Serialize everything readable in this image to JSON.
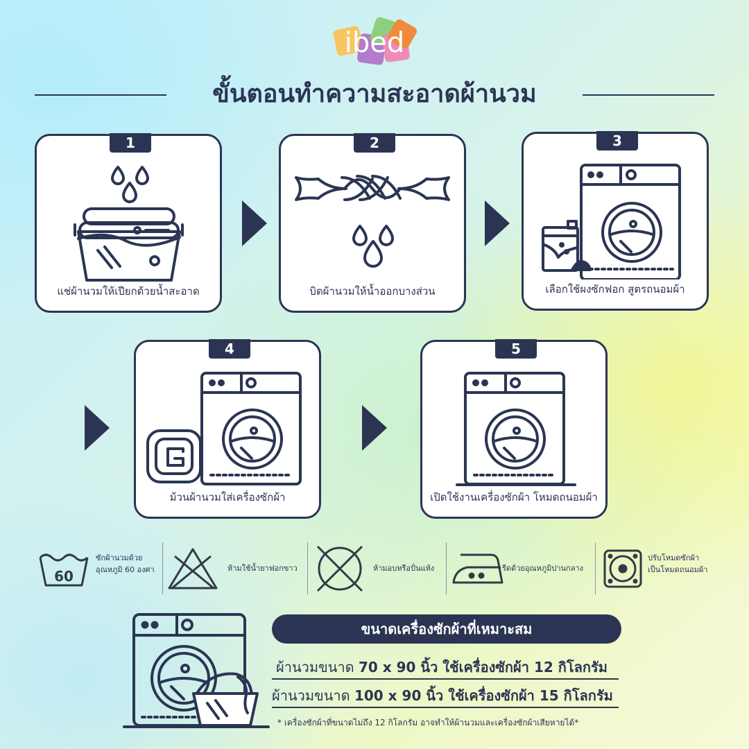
{
  "brand": {
    "logo_text": "ibed",
    "colors": {
      "yellow": "#f9c560",
      "orange": "#f08a3c",
      "green": "#8ccf7e",
      "purple": "#b17cc9",
      "pink": "#ef8bb8",
      "navy": "#2b3553"
    }
  },
  "title": "ขั้นตอนทำความสะอาดผ้านวม",
  "steps": [
    {
      "number": "1",
      "caption": "แช่ผ้านวมให้เปียกด้วยน้ำสะอาด",
      "icon": "soak-basin-icon"
    },
    {
      "number": "2",
      "caption": "บิดผ้านวมให้น้ำออกบางส่วน",
      "icon": "wring-cloth-icon"
    },
    {
      "number": "3",
      "caption": "เลือกใช้ผงซักฟอก สูตรถนอมผ้า",
      "icon": "washer-detergent-icon"
    },
    {
      "number": "4",
      "caption": "ม้วนผ้านวมใส่เครื่องซักผ้า",
      "icon": "roll-into-washer-icon"
    },
    {
      "number": "5",
      "caption": "เปิดใช้งานเครื่องซักผ้า โหมดถนอมผ้า",
      "icon": "washer-icon"
    }
  ],
  "care": [
    {
      "icon": "wash-60-icon",
      "symbol_text": "60",
      "line1": "ซักผ้านวมด้วย",
      "line2": "อุณหภูมิ 60 องศา"
    },
    {
      "icon": "no-bleach-icon",
      "line1": "ห้ามใช้น้ำยาฟอกขาว",
      "line2": ""
    },
    {
      "icon": "no-tumble-dry-icon",
      "line1": "ห้ามอบหรือปั่นแห้ง",
      "line2": ""
    },
    {
      "icon": "iron-medium-icon",
      "line1": "รีดด้วยอุณหภูมิปานกลาง",
      "line2": ""
    },
    {
      "icon": "gentle-mode-icon",
      "line1": "ปรับโหมดซักผ้า",
      "line2": "เป็นโหมดถนอมผ้า"
    }
  ],
  "size": {
    "heading": "ขนาดเครื่องซักผ้าที่เหมาะสม",
    "lines": [
      {
        "prefix": "ผ้านวมขนาด",
        "bold": "70 x 90 นิ้ว ใช้เครื่องซักผ้า 12 กิโลกรัม"
      },
      {
        "prefix": "ผ้านวมขนาด",
        "bold": "100 x 90 นิ้ว ใช้เครื่องซักผ้า 15 กิโลกรัม"
      }
    ],
    "note": "* เครื่องซักผ้าที่ขนาดไม่ถึง 12 กิโลกรัม อาจทำให้ผ้านวมและเครื่องซักผ้าเสียหายได้*"
  }
}
